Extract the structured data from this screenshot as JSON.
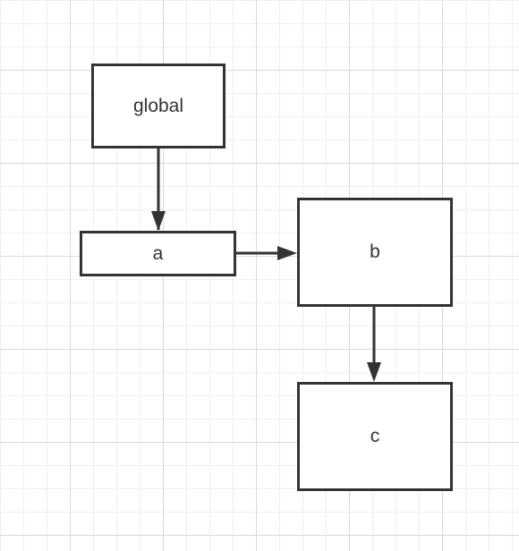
{
  "diagram": {
    "nodes": [
      {
        "id": "global",
        "label": "global"
      },
      {
        "id": "a",
        "label": "a"
      },
      {
        "id": "b",
        "label": "b"
      },
      {
        "id": "c",
        "label": "c"
      }
    ],
    "edges": [
      {
        "from": "global",
        "to": "a"
      },
      {
        "from": "a",
        "to": "b"
      },
      {
        "from": "b",
        "to": "c"
      }
    ],
    "colors": {
      "stroke": "#333333",
      "background": "#ffffff",
      "grid_minor": "#efefef",
      "grid_major": "#d9d9d9"
    }
  }
}
